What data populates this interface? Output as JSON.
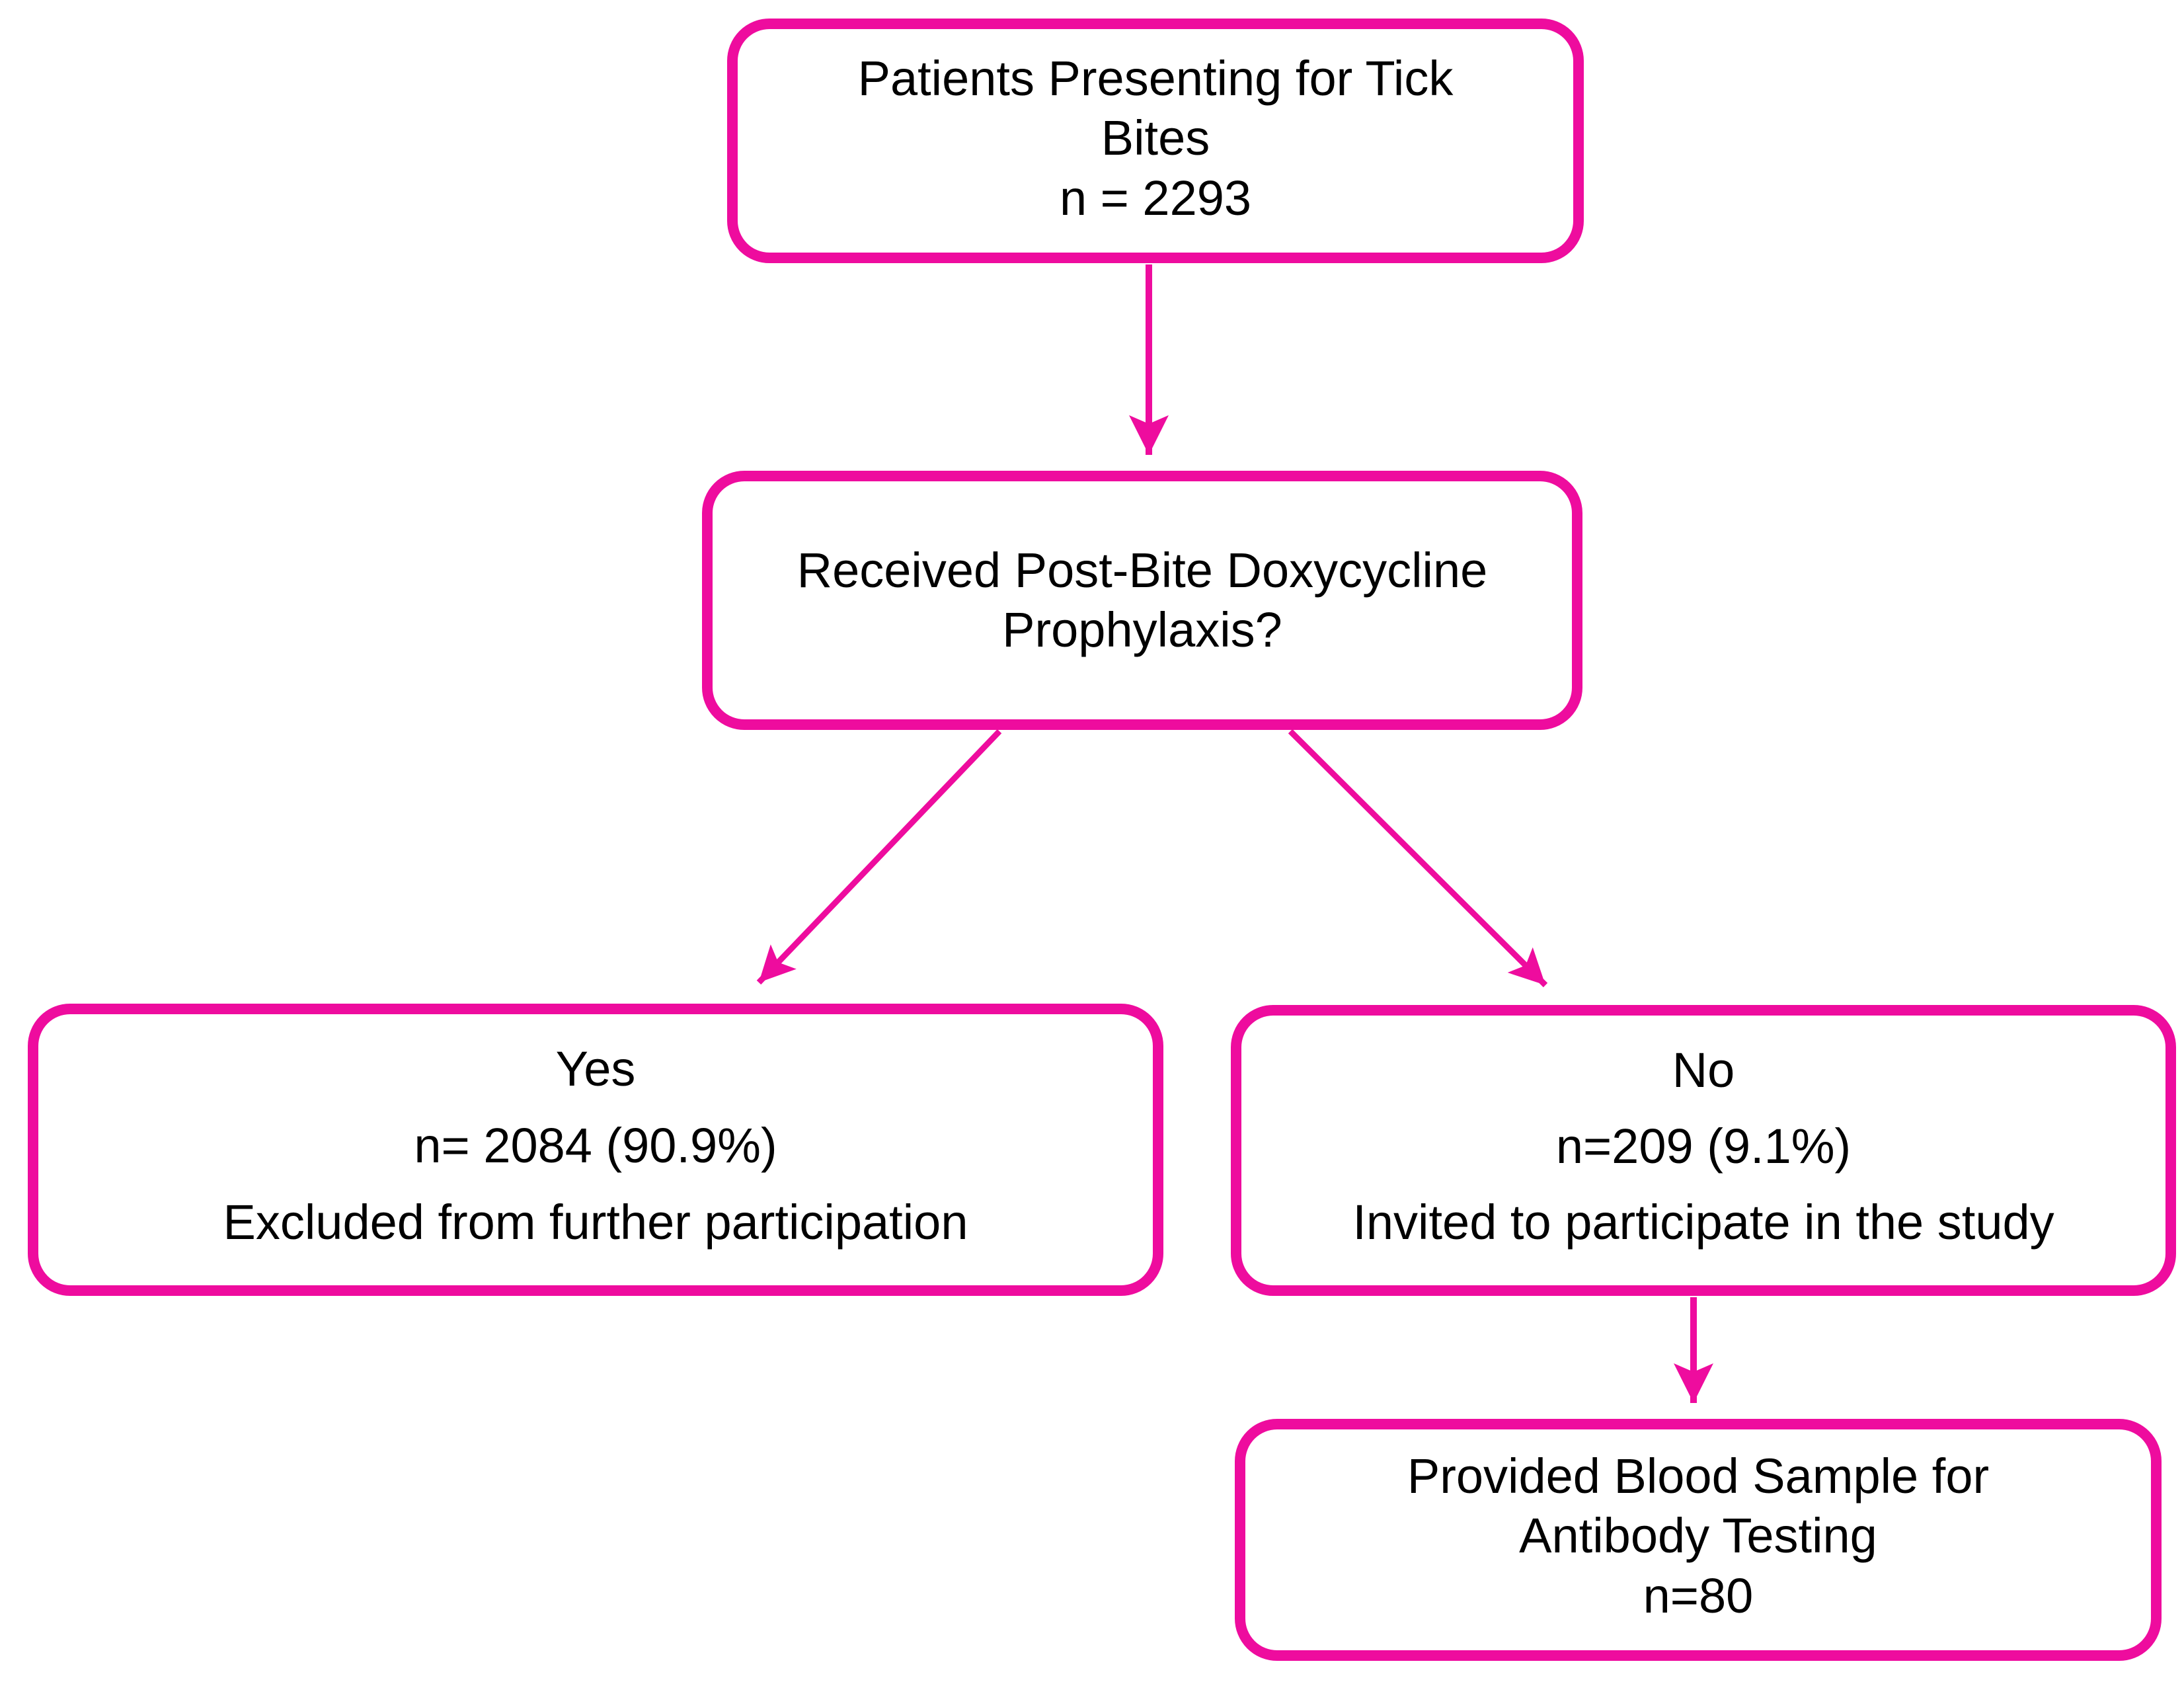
{
  "diagram": {
    "accent_color": "#ee0c9e",
    "nodes": {
      "start": {
        "line1": "Patients Presenting for Tick",
        "line2": "Bites",
        "count": "n = 2293"
      },
      "question": {
        "line1": "Received Post-Bite Doxycycline",
        "line2": "Prophylaxis?"
      },
      "yes": {
        "label": "Yes",
        "count": "n= 2084 (90.9%)",
        "note": "Excluded from further participation"
      },
      "no": {
        "label": "No",
        "count": "n=209 (9.1%)",
        "note": "Invited to participate in the study"
      },
      "blood": {
        "line1": "Provided Blood Sample for",
        "line2": "Antibody Testing",
        "count": "n=80"
      }
    },
    "edges": [
      {
        "from": "start",
        "to": "question"
      },
      {
        "from": "question",
        "to": "yes"
      },
      {
        "from": "question",
        "to": "no"
      },
      {
        "from": "no",
        "to": "blood"
      }
    ]
  }
}
